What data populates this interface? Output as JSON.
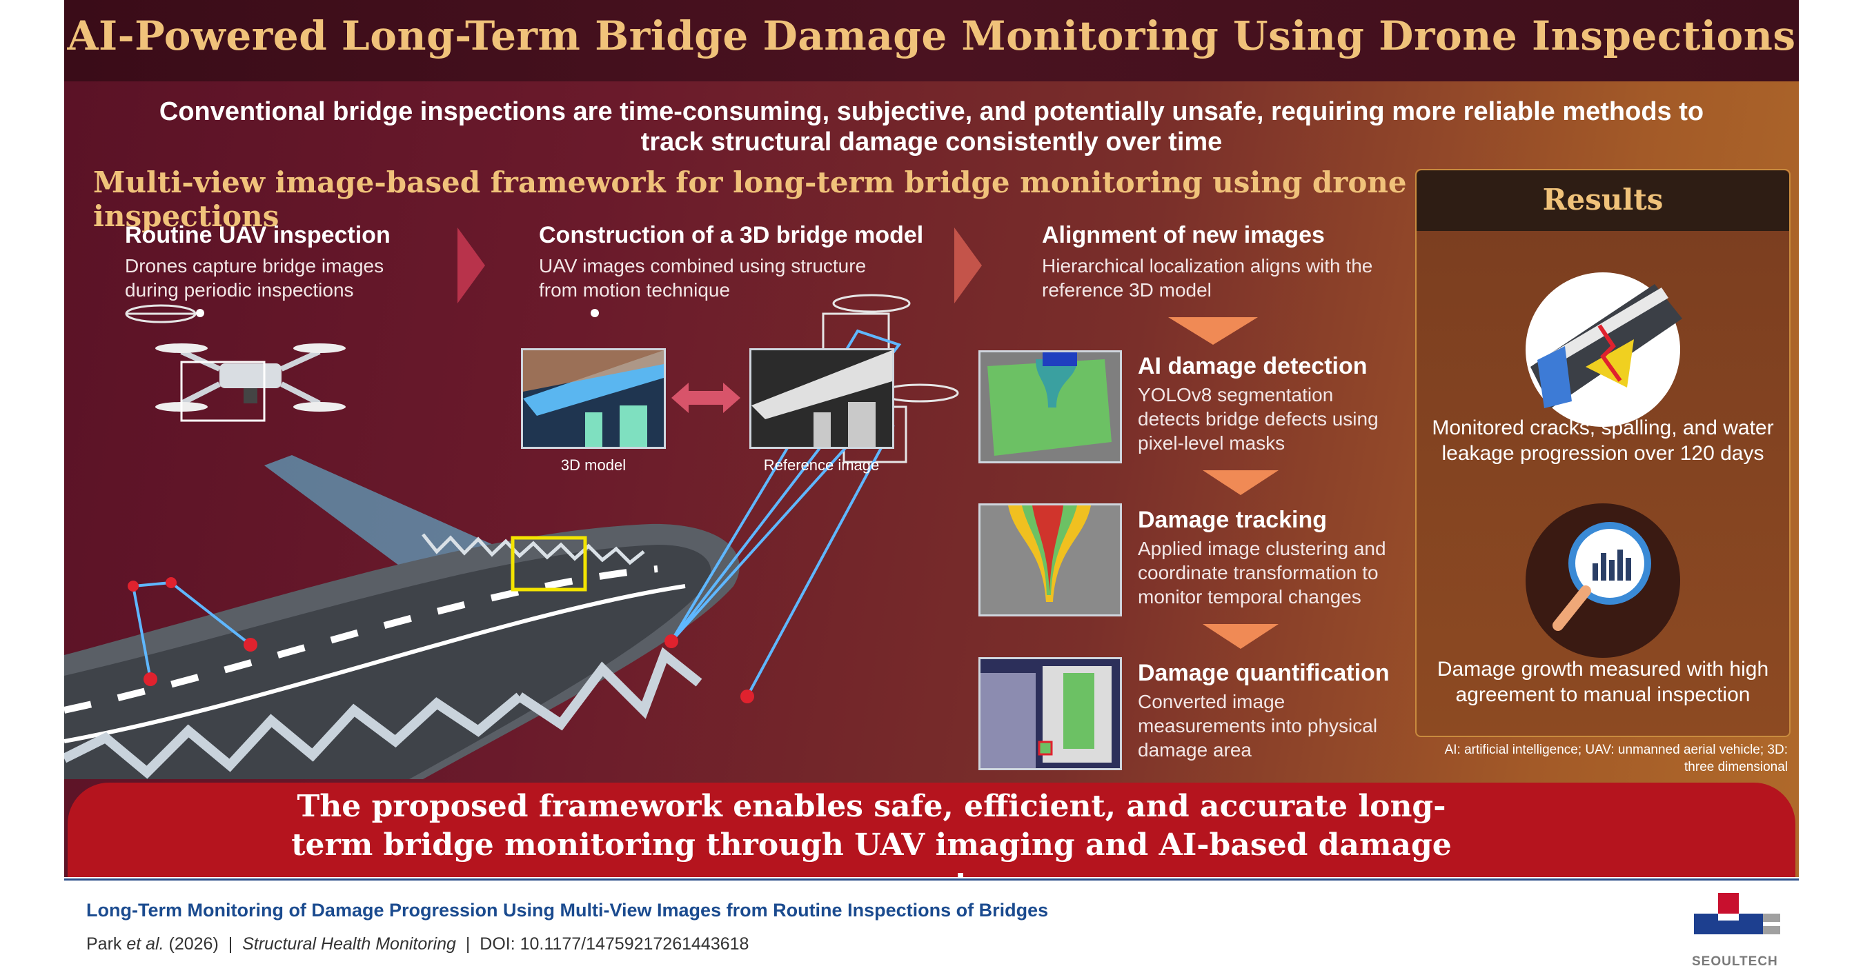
{
  "title": "AI-Powered Long-Term Bridge Damage Monitoring Using Drone Inspections",
  "intro": "Conventional bridge inspections are time-consuming, subjective, and potentially unsafe, requiring more reliable methods to track structural damage consistently over time",
  "framework_title": "Multi-view image-based framework for long-term bridge monitoring using drone inspections",
  "steps": [
    {
      "heading": "Routine UAV inspection",
      "desc": "Drones capture bridge images during periodic inspections"
    },
    {
      "heading": "Construction of a 3D bridge model",
      "desc": "UAV images combined using structure from motion technique"
    },
    {
      "heading": "Alignment of new images",
      "desc": "Hierarchical localization aligns with the reference 3D model"
    },
    {
      "heading": "AI damage detection",
      "desc": "YOLOv8 segmentation detects bridge defects using pixel-level masks"
    },
    {
      "heading": "Damage tracking",
      "desc": "Applied image clustering and coordinate transformation to monitor temporal changes"
    },
    {
      "heading": "Damage quantification",
      "desc": "Converted image measurements into physical damage area"
    }
  ],
  "captions": {
    "model": "3D model",
    "reference": "Reference image"
  },
  "results": {
    "title": "Results",
    "items": [
      {
        "text": "Monitored cracks, spalling, and water leakage progression over 120 days",
        "icon": "bridge-crack-icon"
      },
      {
        "text": "Damage growth measured with high agreement to manual inspection",
        "icon": "magnifier-chart-icon"
      }
    ]
  },
  "abbreviations": "AI: artificial intelligence; UAV: unmanned aerial vehicle; 3D: three dimensional",
  "conclusion": "The proposed framework enables safe, efficient, and accurate long-term bridge monitoring through UAV imaging and AI-based damage assessment",
  "footer": {
    "paper_title": "Long-Term Monitoring of Damage Progression Using Multi-View Images from Routine Inspections of Bridges",
    "authors": "Park",
    "etal": "et al.",
    "year": "(2026)",
    "separator": "|",
    "journal": "Structural Health Monitoring",
    "doi": "DOI: 10.1177/14759217261443618",
    "logo": "SEOULTECH"
  },
  "colors": {
    "accent": "#f0c27a",
    "conclusion_bg": "#b5141e",
    "footer_title": "#1b4b8f"
  }
}
